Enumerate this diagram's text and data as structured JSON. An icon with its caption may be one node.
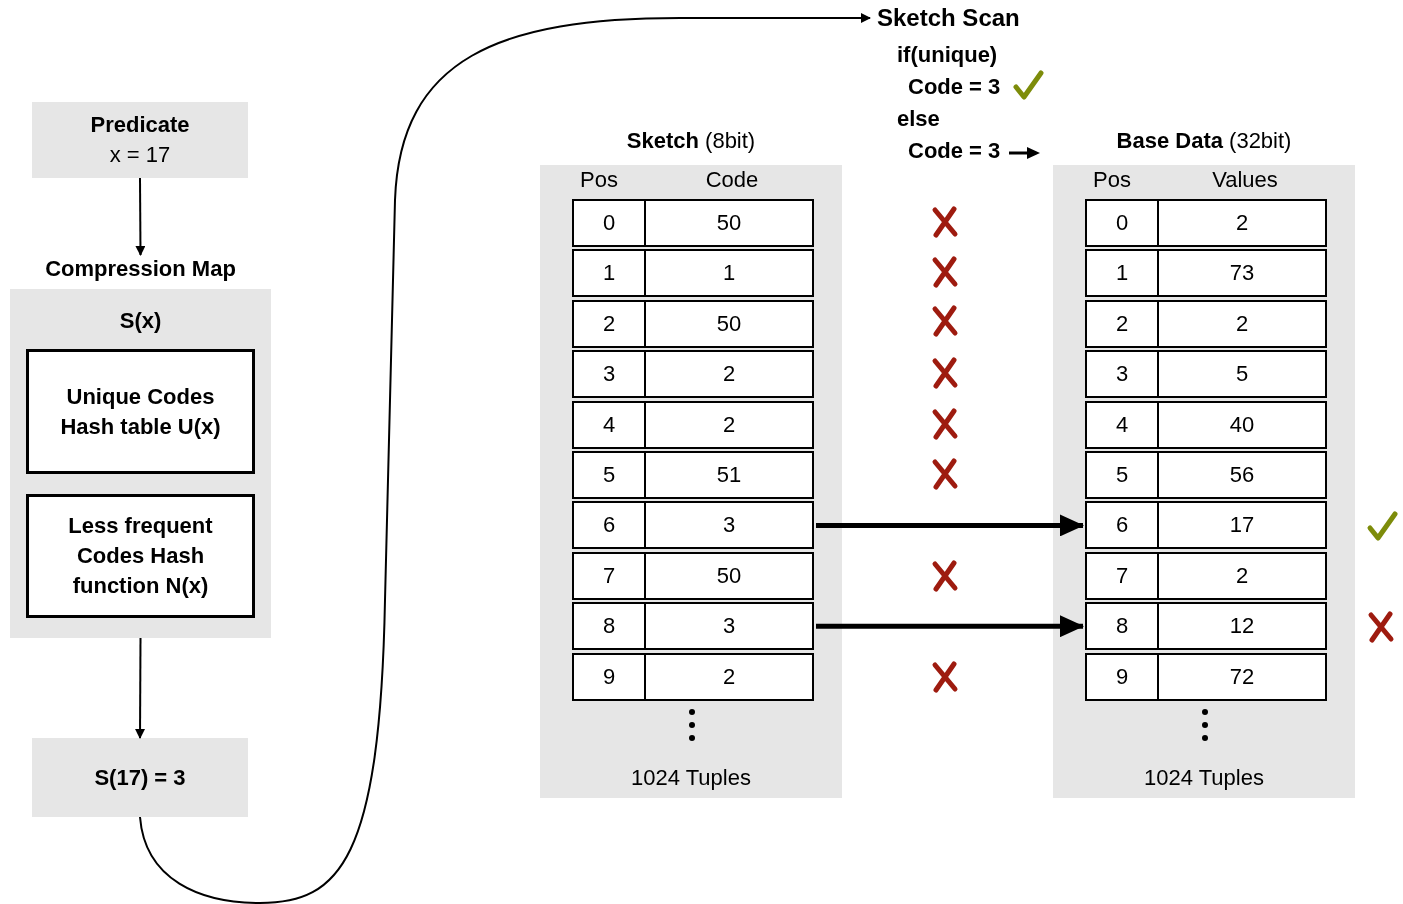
{
  "diagram": {
    "nodes": [
      {
        "text": [
          "Predicate",
          "x = 17"
        ]
      },
      {
        "text": [
          "Compression Map",
          "S(x)"
        ]
      },
      {
        "text": [
          "Unique Codes Hash table U(x)"
        ],
        "in": 1
      },
      {
        "text": [
          "Less frequent Codes Hash function N(x)"
        ],
        "in": 1
      },
      {
        "text": [
          "S(17) = 3"
        ]
      },
      {
        "text": [
          "Sketch Scan",
          "if(unique)",
          "Code = 3",
          "else",
          "Code = 3"
        ]
      },
      {
        "text": [
          "**Sketch** (8bit)",
          "Pos",
          "Code",
          "1024 Tuples"
        ]
      },
      {
        "text": [
          "0",
          "50"
        ],
        "in": 6
      },
      {
        "text": [
          "1",
          "1"
        ],
        "in": 6
      },
      {
        "text": [
          "2",
          "50"
        ],
        "in": 6
      },
      {
        "text": [
          "3",
          "2"
        ],
        "in": 6
      },
      {
        "text": [
          "4",
          "2"
        ],
        "in": 6
      },
      {
        "text": [
          "5",
          "51"
        ],
        "in": 6
      },
      {
        "text": [
          "6",
          "3"
        ],
        "in": 6
      },
      {
        "text": [
          "7",
          "50"
        ],
        "in": 6
      },
      {
        "text": [
          "8",
          "3"
        ],
        "in": 6
      },
      {
        "text": [
          "9",
          "2"
        ],
        "in": 6
      },
      {
        "text": [
          "**Base Data** (32bit)",
          "Pos",
          "Values",
          "1024 Tuples"
        ]
      },
      {
        "text": [
          "0",
          "2"
        ],
        "in": 17
      },
      {
        "text": [
          "1",
          "73"
        ],
        "in": 17
      },
      {
        "text": [
          "2",
          "2"
        ],
        "in": 17
      },
      {
        "text": [
          "3",
          "5"
        ],
        "in": 17
      },
      {
        "text": [
          "4",
          "40"
        ],
        "in": 17
      },
      {
        "text": [
          "5",
          "56"
        ],
        "in": 17
      },
      {
        "text": [
          "6",
          "17"
        ],
        "in": 17
      },
      {
        "text": [
          "7",
          "2"
        ],
        "in": 17
      },
      {
        "text": [
          "8",
          "12"
        ],
        "in": 17
      },
      {
        "text": [
          "9",
          "72"
        ],
        "in": 17
      }
    ],
    "edges": [
      {
        "from": 0,
        "to": 1,
        "arrow": "to"
      },
      {
        "from": 1,
        "to": 4,
        "arrow": "to"
      },
      {
        "from": 4,
        "to": 5,
        "arrow": "to"
      },
      {
        "from": 13,
        "to": 24,
        "arrow": "to",
        "style": "thick"
      },
      {
        "from": 15,
        "to": 26,
        "arrow": "to",
        "style": "thick"
      }
    ]
  }
}
